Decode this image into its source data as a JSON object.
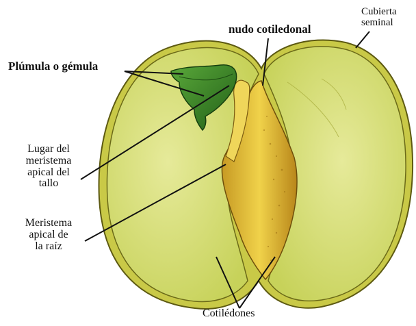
{
  "labels": {
    "cubierta_seminal": "Cubierta\nseminal",
    "nudo_cotiledonal": "nudo cotiledonal",
    "plumula": "Plúmula o gémula",
    "lugar_meristema": "Lugar del\nmeristema\napical del\ntallo",
    "meristema_raiz": "Meristema\napical de\nla raíz",
    "cotiledones": "Cotilédones"
  },
  "colors": {
    "seed_coat": "#c9c947",
    "cotyledon_fill": "#d7de78",
    "cotyledon_highlight": "#e6ea9a",
    "axis_fill": "#e8c23a",
    "axis_shade": "#b88a1c",
    "plumule": "#3f8f2a",
    "plumule_dark": "#1f5a14",
    "line": "#111111"
  }
}
